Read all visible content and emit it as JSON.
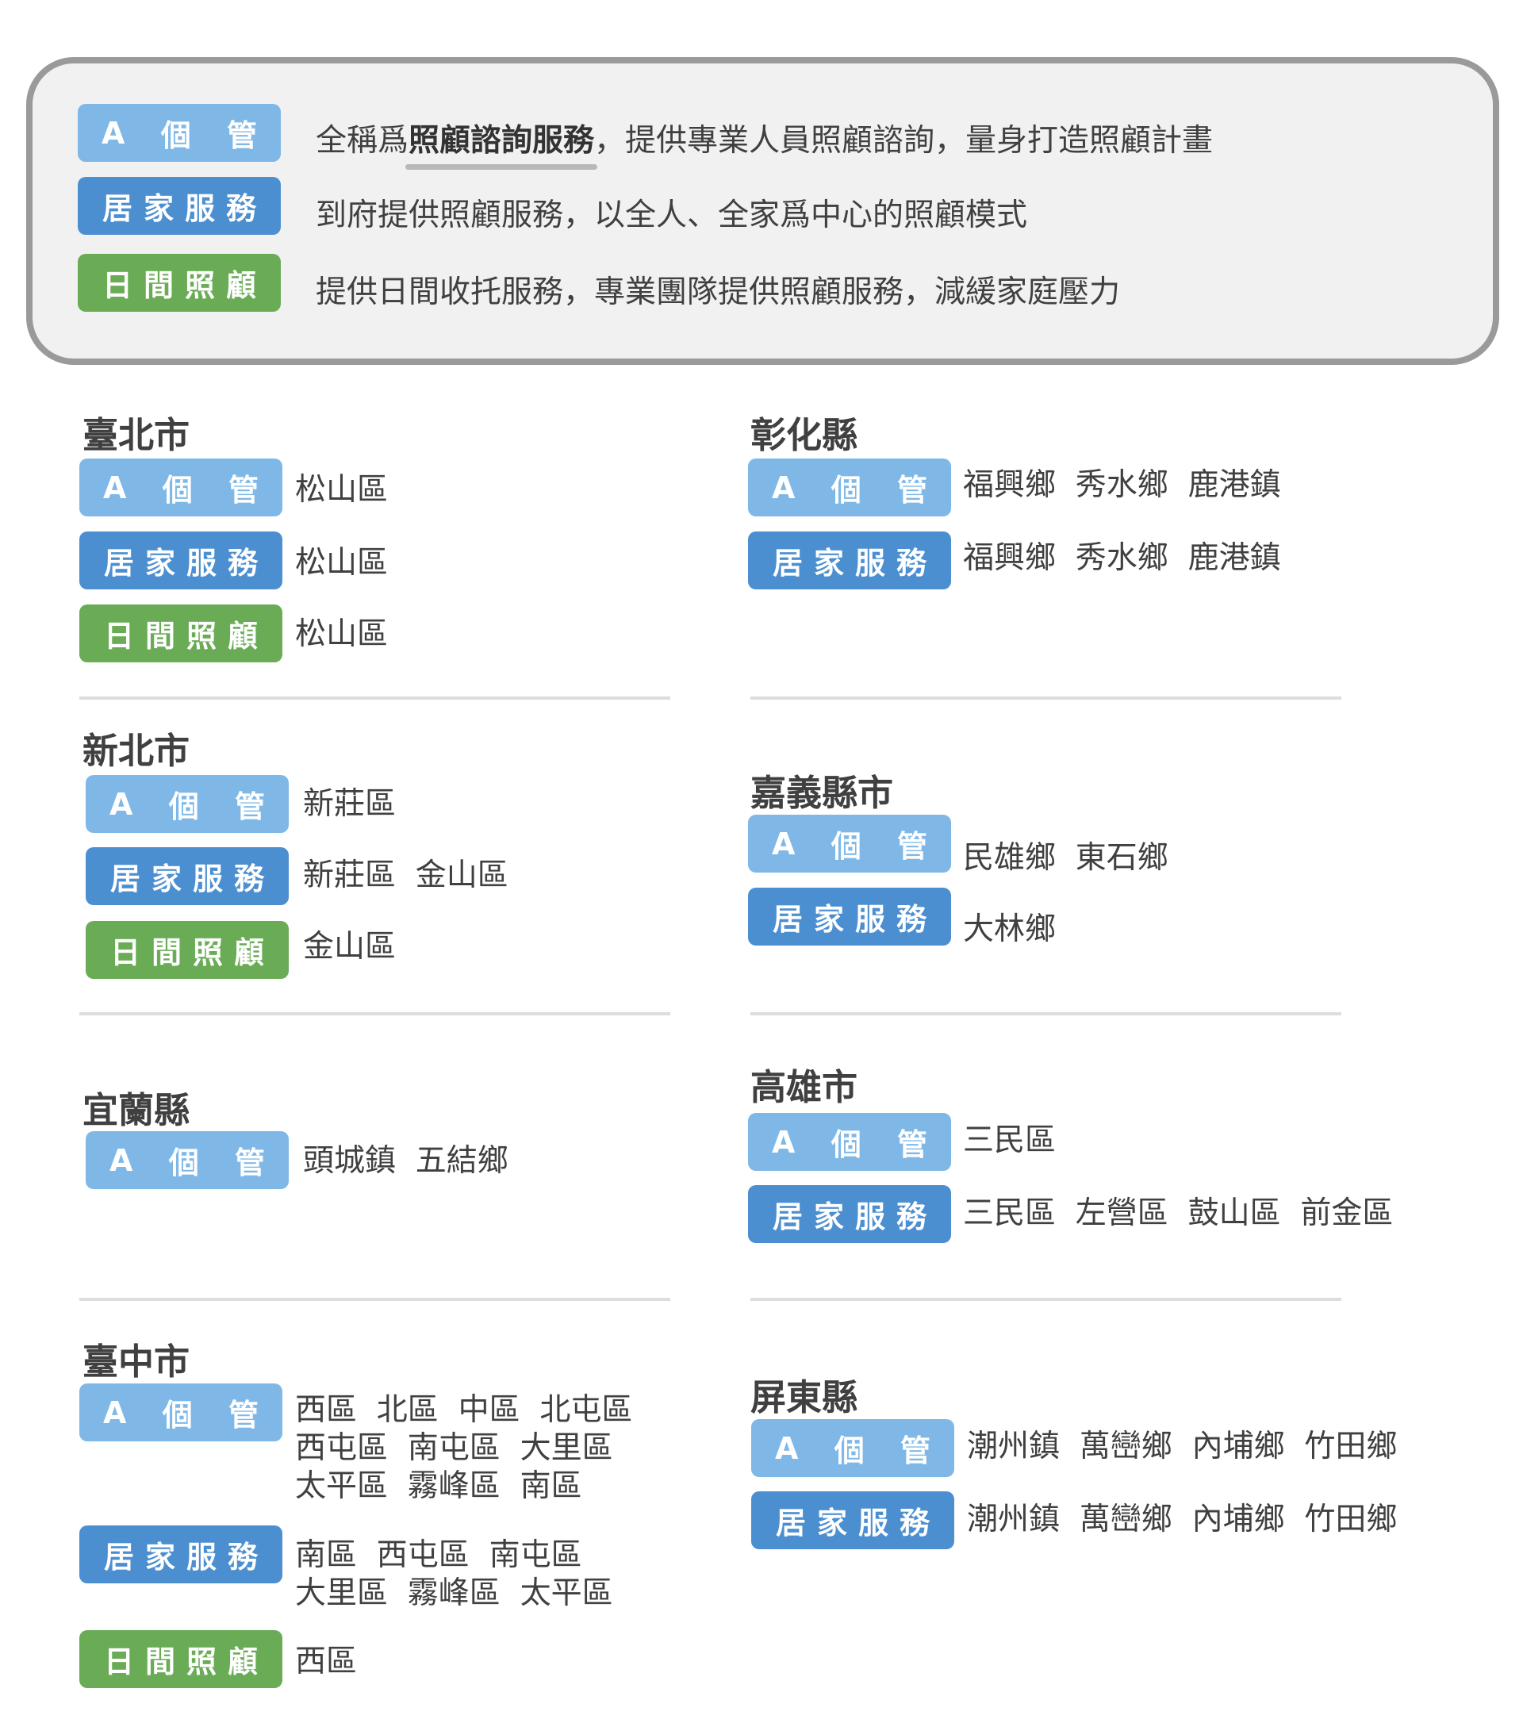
{
  "labels": {
    "a": [
      "A",
      "個",
      "管"
    ],
    "home": "居家服務",
    "day": "日間照顧"
  },
  "legend": {
    "a_prefix": "全稱爲",
    "a_bold": "照顧諮詢服務",
    "a_suffix": "，提供專業人員照顧諮詢，量身打造照顧計畫",
    "home_desc": "到府提供照顧服務，以全人、全家爲中心的照顧模式",
    "day_desc": "提供日間收托服務，專業團隊提供照顧服務，減緩家庭壓力"
  },
  "colors": {
    "a_badge": "#7fb8e6",
    "home_badge": "#4c8fd0",
    "day_badge": "#6aac56",
    "legend_border": "#9a9a9a",
    "legend_bg": "#f0f1f0"
  },
  "regions": {
    "taipei": {
      "title": "臺北市",
      "a": "松山區",
      "home": "松山區",
      "day": "松山區"
    },
    "newtaipei": {
      "title": "新北市",
      "a": "新莊區",
      "home": "新莊區  金山區",
      "day": "金山區"
    },
    "yilan": {
      "title": "宜蘭縣",
      "a": "頭城鎮  五結鄉"
    },
    "taichung": {
      "title": "臺中市",
      "a": "西區  北區  中區  北屯區\n西屯區  南屯區  大里區\n太平區  霧峰區  南區",
      "home": "南區  西屯區  南屯區\n大里區  霧峰區  太平區",
      "day": "西區"
    },
    "changhua": {
      "title": "彰化縣",
      "a": "福興鄉  秀水鄉  鹿港鎮",
      "home": "福興鄉  秀水鄉  鹿港鎮"
    },
    "chiayi": {
      "title": "嘉義縣市",
      "a": "民雄鄉  東石鄉",
      "home": "大林鄉"
    },
    "kaohsiung": {
      "title": "高雄市",
      "a": "三民區",
      "home": "三民區  左營區  鼓山區  前金區"
    },
    "pingtung": {
      "title": "屏東縣",
      "a": "潮州鎮  萬巒鄉  內埔鄉  竹田鄉",
      "home": "潮州鎮  萬巒鄉  內埔鄉  竹田鄉"
    }
  }
}
